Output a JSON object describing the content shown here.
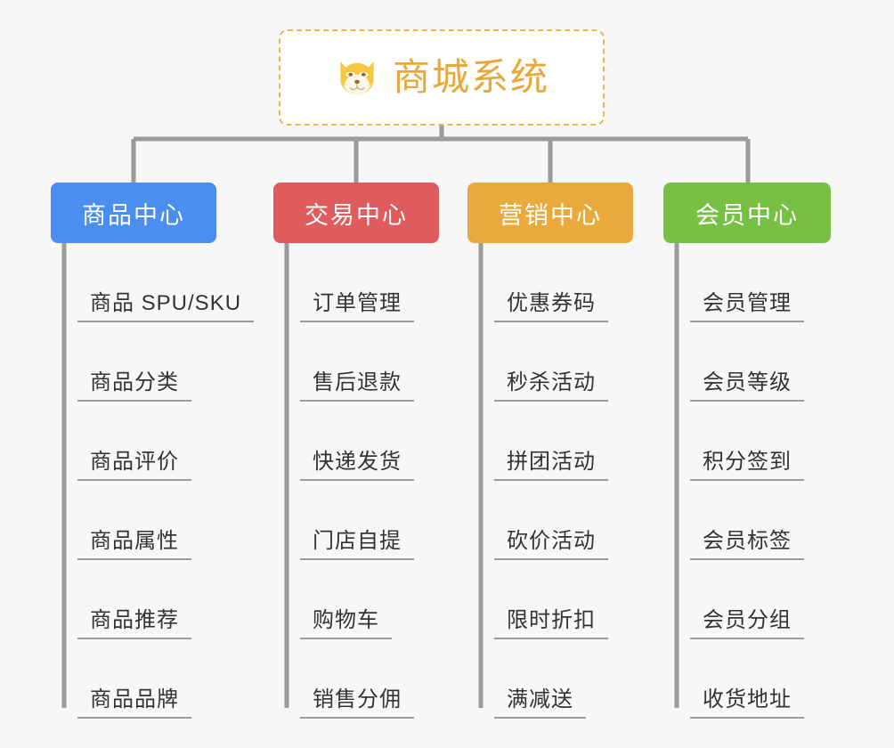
{
  "background_color": "#f7f7f7",
  "root": {
    "title": "商城系统",
    "icon": "shiba-dog-icon",
    "text_color": "#e6a838",
    "border_color": "#eab654",
    "fill_color": "#ffffff"
  },
  "line_color": "#9b9b9b",
  "columns": [
    {
      "label": "商品中心",
      "color": "#4a8ff0",
      "items": [
        "商品 SPU/SKU",
        "商品分类",
        "商品评价",
        "商品属性",
        "商品推荐",
        "商品品牌"
      ]
    },
    {
      "label": "交易中心",
      "color": "#e05c5c",
      "items": [
        "订单管理",
        "售后退款",
        "快递发货",
        "门店自提",
        "购物车",
        "销售分佣"
      ]
    },
    {
      "label": "营销中心",
      "color": "#e9a93c",
      "items": [
        "优惠券码",
        "秒杀活动",
        "拼团活动",
        "砍价活动",
        "限时折扣",
        "满减送"
      ]
    },
    {
      "label": "会员中心",
      "color": "#78c044",
      "items": [
        "会员管理",
        "会员等级",
        "积分签到",
        "会员标签",
        "会员分组",
        "收货地址"
      ]
    }
  ]
}
